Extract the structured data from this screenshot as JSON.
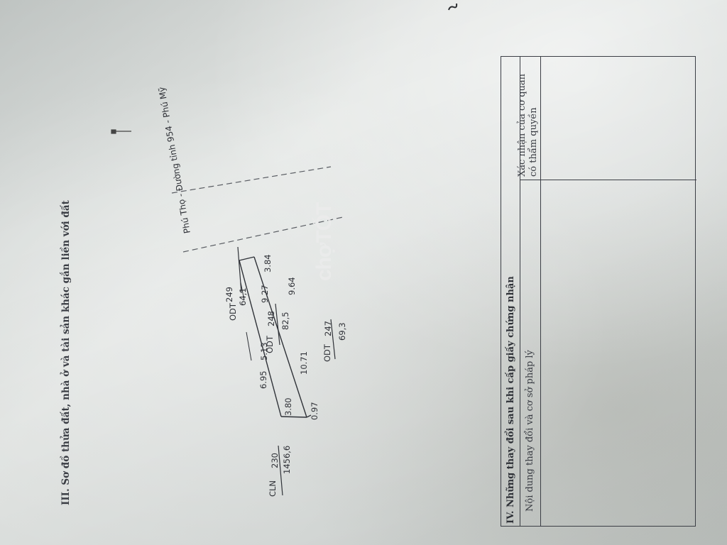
{
  "section3": {
    "title": "III. Sơ đồ thửa đất, nhà ở và tài sản khác gắn liền với đất"
  },
  "road": {
    "label": "Phú Thọ - Đường tỉnh 954 - Phú Mỹ"
  },
  "parcels": [
    {
      "id": "parcel-cln-230",
      "use": "CLN",
      "number": "230",
      "area": "1456,6"
    },
    {
      "id": "parcel-odt-249",
      "use": "ODT",
      "number": "249",
      "area": "64,1"
    },
    {
      "id": "parcel-odt-248",
      "use": "ODT",
      "number": "248",
      "area": "82,5"
    },
    {
      "id": "parcel-odt-247",
      "use": "ODT",
      "number": "247",
      "area": "69,3"
    }
  ],
  "dimensions": [
    "3.84",
    "9.27",
    "9.64",
    "5.13",
    "6.95",
    "10.71",
    "3.80",
    "0.97"
  ],
  "watermark": {
    "text_a": "chợ",
    "text_b": "TỐT"
  },
  "section4": {
    "title": "IV. Những thay đổi sau khi cấp giấy chứng nhận",
    "col1": "Nội dung thay đổi và cơ sở pháp lý",
    "col2_line1": "Xác nhận của cơ quan",
    "col2_line2": "có thẩm quyền"
  },
  "colors": {
    "paper": "#dfe2e0",
    "ink": "#3a3d44"
  }
}
